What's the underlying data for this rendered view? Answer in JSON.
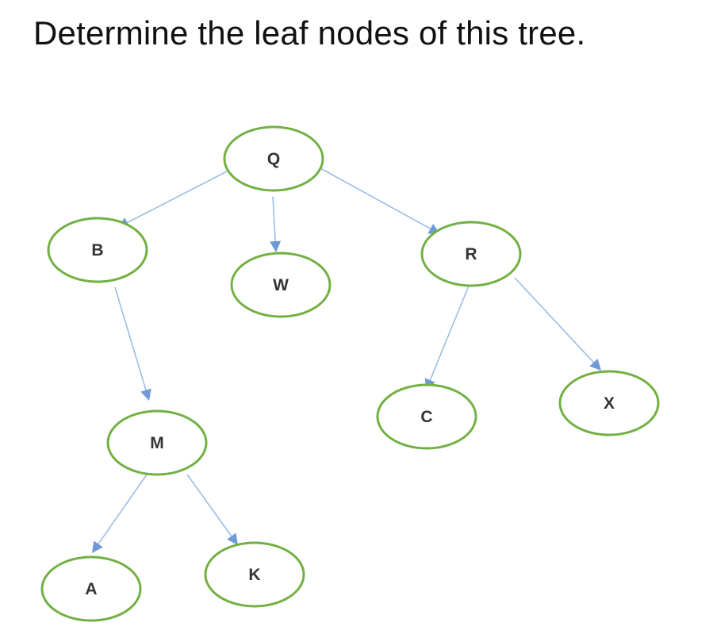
{
  "question": "Determine the leaf nodes of this tree.",
  "colors": {
    "node_stroke": "#72b043",
    "edge": "#9dbde6",
    "arrow": "#6f9ad8",
    "label": "#333333"
  },
  "tree": {
    "nodes": [
      {
        "id": "Q",
        "label": "Q"
      },
      {
        "id": "B",
        "label": "B"
      },
      {
        "id": "W",
        "label": "W"
      },
      {
        "id": "R",
        "label": "R"
      },
      {
        "id": "M",
        "label": "M"
      },
      {
        "id": "C",
        "label": "C"
      },
      {
        "id": "X",
        "label": "X"
      },
      {
        "id": "A",
        "label": "A"
      },
      {
        "id": "K",
        "label": "K"
      }
    ],
    "edges": [
      {
        "from": "Q",
        "to": "B"
      },
      {
        "from": "Q",
        "to": "W"
      },
      {
        "from": "Q",
        "to": "R"
      },
      {
        "from": "B",
        "to": "M"
      },
      {
        "from": "R",
        "to": "C"
      },
      {
        "from": "R",
        "to": "X"
      },
      {
        "from": "M",
        "to": "A"
      },
      {
        "from": "M",
        "to": "K"
      }
    ]
  }
}
